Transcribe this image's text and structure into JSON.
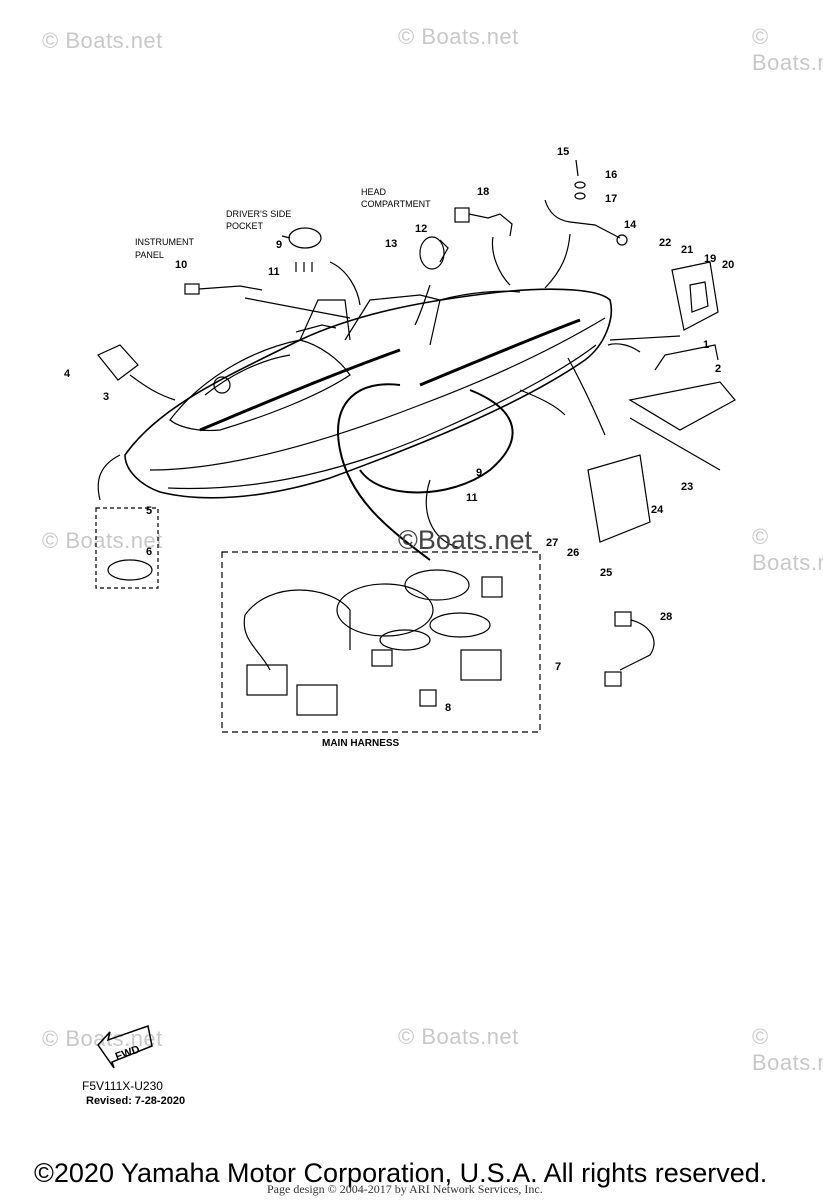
{
  "watermark": "© Boats.net",
  "center_watermark": "©Boats.net",
  "captions": {
    "instrument_panel_1": "INSTRUMENT",
    "instrument_panel_2": "PANEL",
    "drivers_pocket_1": "DRIVER'S SIDE",
    "drivers_pocket_2": "POCKET",
    "head_1": "HEAD",
    "head_2": "COMPARTMENT",
    "main_harness": "MAIN HARNESS"
  },
  "callouts": [
    "1",
    "2",
    "3",
    "4",
    "5",
    "6",
    "7",
    "8",
    "9",
    "10",
    "11",
    "12",
    "13",
    "14",
    "15",
    "16",
    "17",
    "18",
    "19",
    "20",
    "21",
    "22",
    "23",
    "24",
    "25",
    "26",
    "27",
    "28"
  ],
  "fwd_label": "FWD",
  "diagram_code": "F5V111X-U230",
  "revised": "Revised: 7-28-2020",
  "copyright": "©2020 Yamaha Motor Corporation, U.S.A. All rights reserved.",
  "page_design": "Page design © 2004-2017 by ARI Network Services, Inc."
}
